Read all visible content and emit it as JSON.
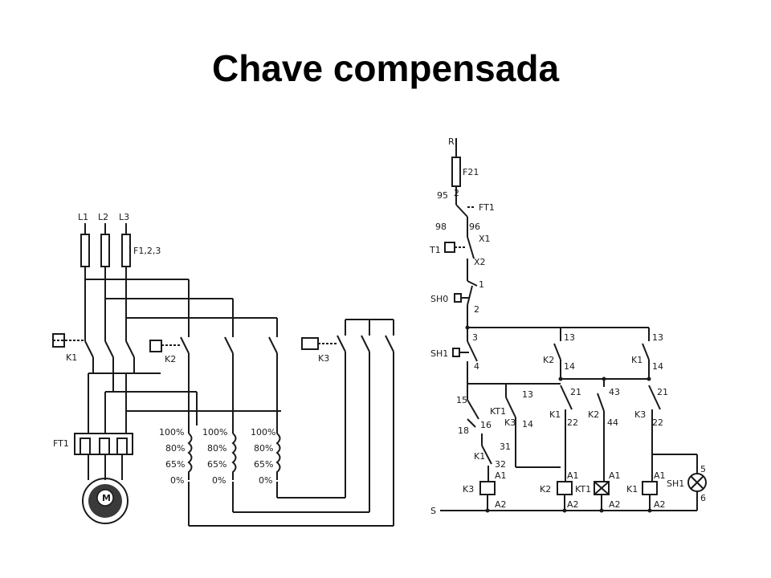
{
  "slide": {
    "title": "Chave compensada"
  },
  "power": {
    "lines": [
      "L1",
      "L2",
      "L3"
    ],
    "fuses": "F1,2,3",
    "contactors": [
      "K1",
      "K2",
      "K3"
    ],
    "overload": "FT1",
    "taps": [
      "100%",
      "80%",
      "65%",
      "0%"
    ],
    "motor": "M"
  },
  "control": {
    "supply_top": "R",
    "supply_bottom": "S",
    "fuse": "F21",
    "overload_contact": "FT1",
    "overload_terminals": [
      "95",
      "96",
      "98"
    ],
    "thermostat": "T1",
    "thermostat_terminals": [
      "X1",
      "X2"
    ],
    "stop_button": "SH0",
    "start_button": "SH1",
    "timer": "KT1",
    "lamp": "SH1",
    "nodes": [
      "1",
      "2",
      "3",
      "4",
      "5",
      "6",
      "13",
      "14",
      "15",
      "16",
      "18",
      "21",
      "22",
      "31",
      "32",
      "43",
      "44"
    ],
    "coil_terminals": [
      "A1",
      "A2"
    ],
    "coils": [
      "K3",
      "K2",
      "KT1",
      "K1"
    ]
  }
}
